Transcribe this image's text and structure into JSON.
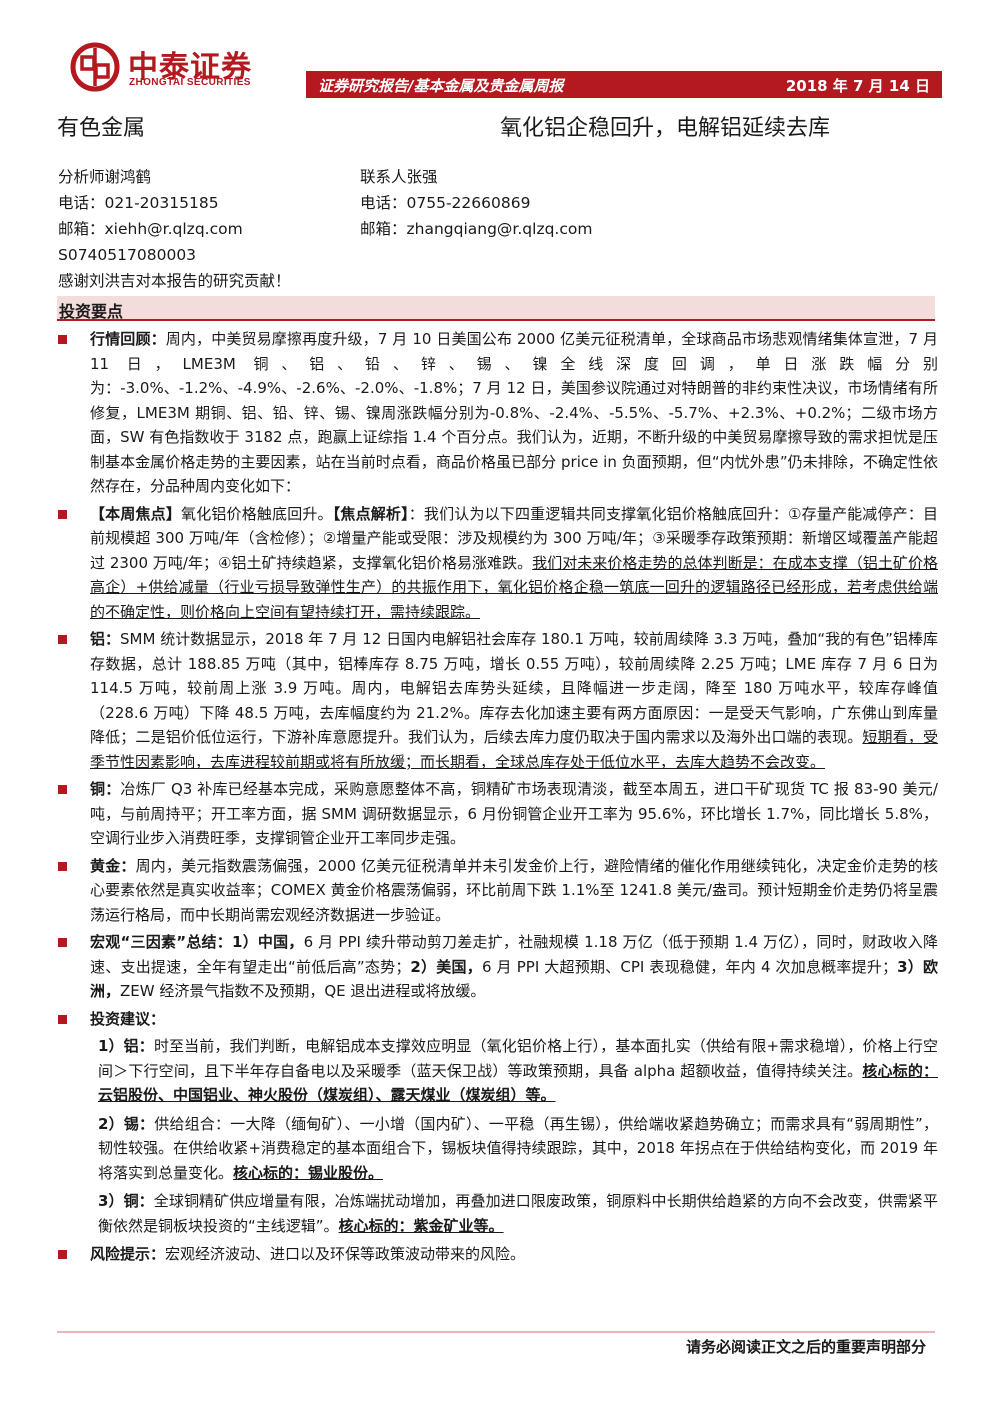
{
  "header": {
    "brand_cn": "中泰证券",
    "brand_en": "ZHONGTAI SECURITIES",
    "banner_left": "证券研究报告/基本金属及贵金属周报",
    "date": "2018 年 7 月 14 日",
    "accent_color": "#b3191f"
  },
  "sector": "有色金属",
  "title": "氧化铝企稳回升，电解铝延续去库",
  "analyst": {
    "name": "分析师谢鸿鹤",
    "phone": "电话：021-20315185",
    "email": "邮箱：xiehh@r.qlzq.com",
    "cert": "S0740517080003",
    "thanks": "感谢刘洪吉对本报告的研究贡献！"
  },
  "contact": {
    "name": "联系人张强",
    "phone": "电话：0755-22660869",
    "email": "邮箱：zhangqiang@r.qlzq.com"
  },
  "section_title": "投资要点",
  "paras": {
    "p1_label": "行情回顾：",
    "p1_text": "周内，中美贸易摩擦再度升级，7 月 10 日美国公布 2000 亿美元征税清单，全球商品市场悲观情绪集体宣泄，7 月 11 日，LME3M 铜、铝、铅、锌、锡、镍全线深度回调，单日涨跌幅分别为：-3.0%、-1.2%、-4.9%、-2.6%、-2.0%、-1.8%；7 月 12 日，美国参议院通过对特朗普的非约束性决议，市场情绪有所修复，LME3M 期铜、铝、铅、锌、锡、镍周涨跌幅分别为-0.8%、-2.4%、-5.5%、-5.7%、+2.3%、+0.2%；二级市场方面，SW 有色指数收于 3182 点，跑赢上证综指 1.4 个百分点。我们认为，近期，不断升级的中美贸易摩擦导致的需求担忧是压制基本金属价格走势的主要因素，站在当前时点看，商品价格虽已部分 price in 负面预期，但“内忧外患”仍未排除，不确定性依然存在，分品种周内变化如下：",
    "p2_label1": "【本周焦点】",
    "p2_text1": "氧化铝价格触底回升。",
    "p2_label2": "【焦点解析】",
    "p2_text2": "：我们认为以下四重逻辑共同支撑氧化铝价格触底回升：①存量产能减停产：目前规模超 300 万吨/年（含检修）；②增量产能或受限：涉及规模约为 300 万吨/年；③采暖季存政策预期：新增区域覆盖产能超过 2300 万吨/年；④铝土矿持续趋紧，支撑氧化铝价格易涨难跌。",
    "p2_under": "我们对未来价格走势的总体判断是：在成本支撑（铝土矿价格高企）+供给减量（行业亏损导致弹性生产）的共振作用下，氧化铝价格企稳一筑底一回升的逻辑路径已经形成，若考虑供给端的不确定性，则价格向上空间有望持续打开，需持续跟踪。",
    "p3_label": "铝：",
    "p3_text": "SMM 统计数据显示，2018 年 7 月 12 日国内电解铝社会库存 180.1 万吨，较前周续降 3.3 万吨，叠加“我的有色”铝棒库存数据，总计 188.85 万吨（其中，铝棒库存 8.75 万吨，增长 0.55 万吨），较前周续降 2.25 万吨；LME 库存 7 月 6 日为 114.5 万吨，较前周上涨 3.9 万吨。周内，电解铝去库势头延续，且降幅进一步走阔，降至 180 万吨水平，较库存峰值（228.6 万吨）下降 48.5 万吨，去库幅度约为 21.2%。库存去化加速主要有两方面原因：一是受天气影响，广东佛山到库量降低；二是铝价低位运行，下游补库意愿提升。我们认为，后续去库力度仍取决于国内需求以及海外出口端的表现。",
    "p3_under": "短期看，受季节性因素影响，去库进程较前期或将有所放缓；而长期看，全球总库存处于低位水平，去库大趋势不会改变。",
    "p4_label": "铜：",
    "p4_text": "冶炼厂 Q3 补库已经基本完成，采购意愿整体不高，铜精矿市场表现清淡，截至本周五，进口干矿现货 TC 报 83-90 美元/吨，与前周持平；开工率方面，据 SMM 调研数据显示，6 月份铜管企业开工率为 95.6%，环比增长 1.7%，同比增长 5.8%，空调行业步入消费旺季，支撑铜管企业开工率同步走强。",
    "p5_label": "黄金：",
    "p5_text": "周内，美元指数震荡偏强，2000 亿美元征税清单并未引发金价上行，避险情绪的催化作用继续钝化，决定金价走势的核心要素依然是真实收益率；COMEX 黄金价格震荡偏弱，环比前周下跌 1.1%至 1241.8 美元/盎司。预计短期金价走势仍将呈震荡运行格局，而中长期尚需宏观经济数据进一步验证。",
    "p6_label": "宏观“三因素”总结：",
    "p6_cn": "1）中国，",
    "p6_text1": "6 月 PPI 续升带动剪刀差走扩，社融规模 1.18 万亿（低于预期 1.4 万亿），同时，财政收入降速、支出提速，全年有望走出“前低后高”态势；",
    "p6_us": "2）美国，",
    "p6_text2": "6 月 PPI 大超预期、CPI 表现稳健，年内 4 次加息概率提升；",
    "p6_eu": "3）欧洲，",
    "p6_text3": "ZEW 经济景气指数不及预期，QE 退出进程或将放缓。",
    "p7_label": "投资建议：",
    "s1_label": "1）铝：",
    "s1_text": "时至当前，我们判断，电解铝成本支撑效应明显（氧化铝价格上行），基本面扎实（供给有限+需求稳增），价格上行空间＞下行空间，且下半年存自备电以及采暖季（蓝天保卫战）等政策预期，具备 alpha 超额收益，值得持续关注。",
    "s1_core": "核心标的：云铝股份、中国铝业、神火股份（煤炭组）、露天煤业（煤炭组）等。",
    "s2_label": "2）锡：",
    "s2_text": "供给组合：一大降（缅甸矿）、一小增（国内矿）、一平稳（再生锡），供给端收紧趋势确立；而需求具有“弱周期性”，韧性较强。在供给收紧+消费稳定的基本面组合下，锡板块值得持续跟踪，其中，2018 年拐点在于供给结构变化，而 2019 年将落实到总量变化。",
    "s2_core": "核心标的：锡业股份。",
    "s3_label": "3）铜：",
    "s3_text": "全球铜精矿供应增量有限，冶炼端扰动增加，再叠加进口限废政策，铜原料中长期供给趋紧的方向不会改变，供需紧平衡依然是铜板块投资的“主线逻辑”。",
    "s3_core": "核心标的：紫金矿业等。",
    "p8_label": "风险提示：",
    "p8_text": "宏观经济波动、进口以及环保等政策波动带来的风险。"
  },
  "footer": "请务必阅读正文之后的重要声明部分"
}
